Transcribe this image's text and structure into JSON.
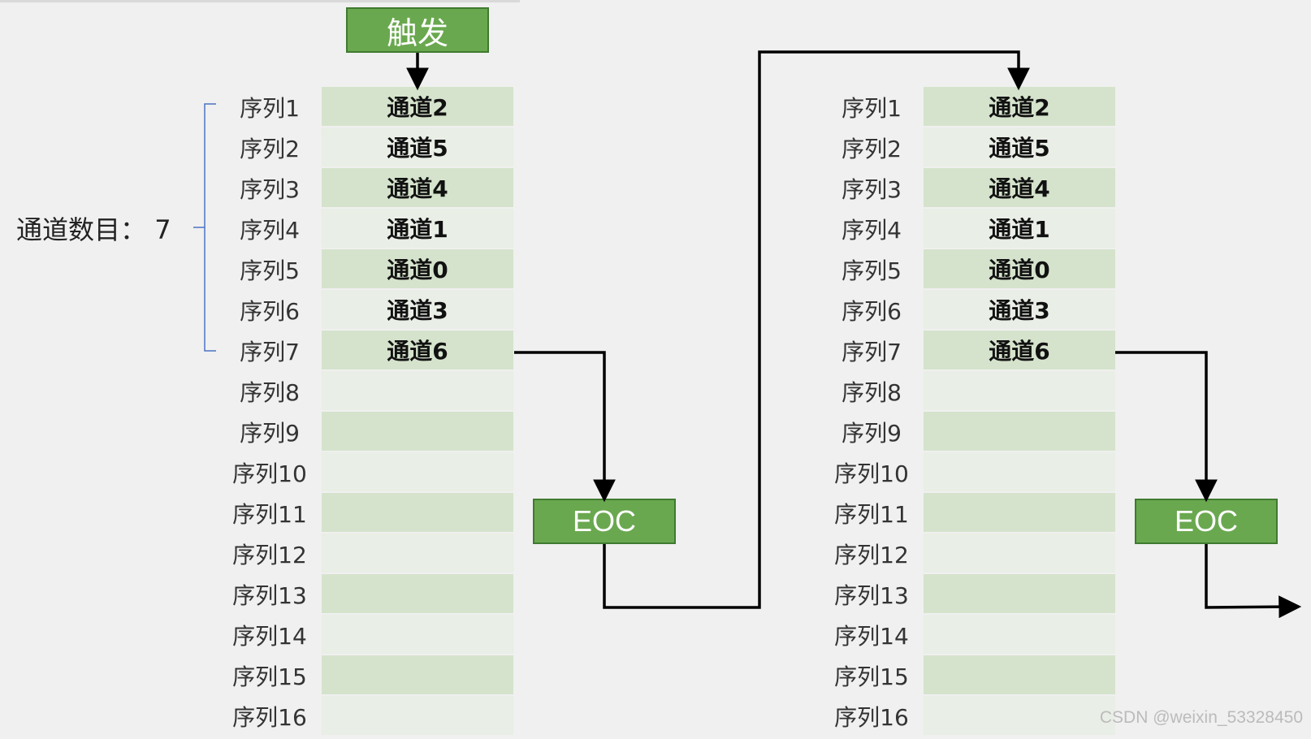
{
  "trigger_label": "触发",
  "eoc_label": "EOC",
  "channel_count_label": "通道数目：",
  "channel_count": "7",
  "watermark": "CSDN @weixin_53328450",
  "colors": {
    "background": "#f0f0f0",
    "box_fill": "#6aa84f",
    "box_border": "#3f7a30",
    "row_light": "#e9eee6",
    "row_dark": "#d5e3cc",
    "brace": "#4a72c4",
    "line": "#000000"
  },
  "sequence_labels": [
    "序列1",
    "序列2",
    "序列3",
    "序列4",
    "序列5",
    "序列6",
    "序列7",
    "序列8",
    "序列9",
    "序列10",
    "序列11",
    "序列12",
    "序列13",
    "序列14",
    "序列15",
    "序列16"
  ],
  "left_table": {
    "cells": [
      "通道2",
      "通道5",
      "通道4",
      "通道1",
      "通道0",
      "通道3",
      "通道6",
      "",
      "",
      "",
      "",
      "",
      "",
      "",
      "",
      ""
    ]
  },
  "right_table": {
    "cells": [
      "通道2",
      "通道5",
      "通道4",
      "通道1",
      "通道0",
      "通道3",
      "通道6",
      "",
      "",
      "",
      "",
      "",
      "",
      "",
      "",
      ""
    ]
  }
}
